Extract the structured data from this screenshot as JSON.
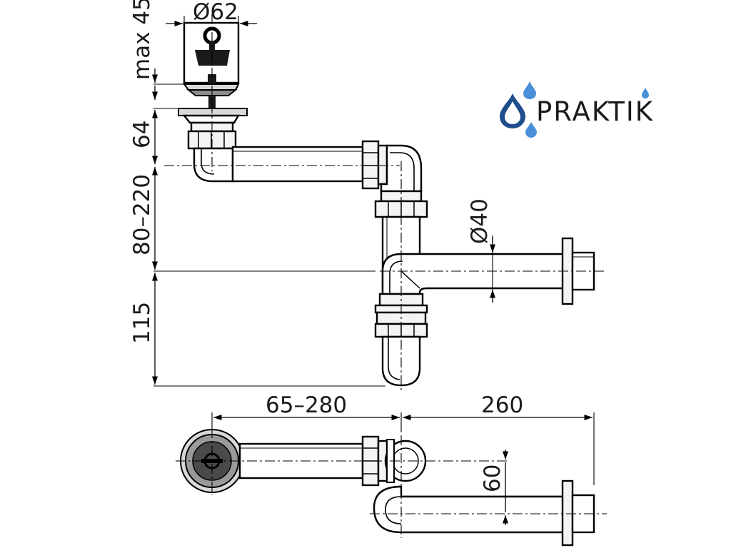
{
  "brand": {
    "name": "PRAKTIK",
    "colors": {
      "drop_dark": "#1f4e8c",
      "drop_light": "#4a90d9",
      "text": "#1a1a1a"
    }
  },
  "dimensions": {
    "strainer_diameter": "Ø62",
    "strainer_height": "max 45",
    "inlet_height": "64",
    "height_range": "80–220",
    "trap_depth": "115",
    "outlet_diameter": "Ø40",
    "arm_length": "65–280",
    "outlet_length": "260",
    "offset": "60"
  }
}
